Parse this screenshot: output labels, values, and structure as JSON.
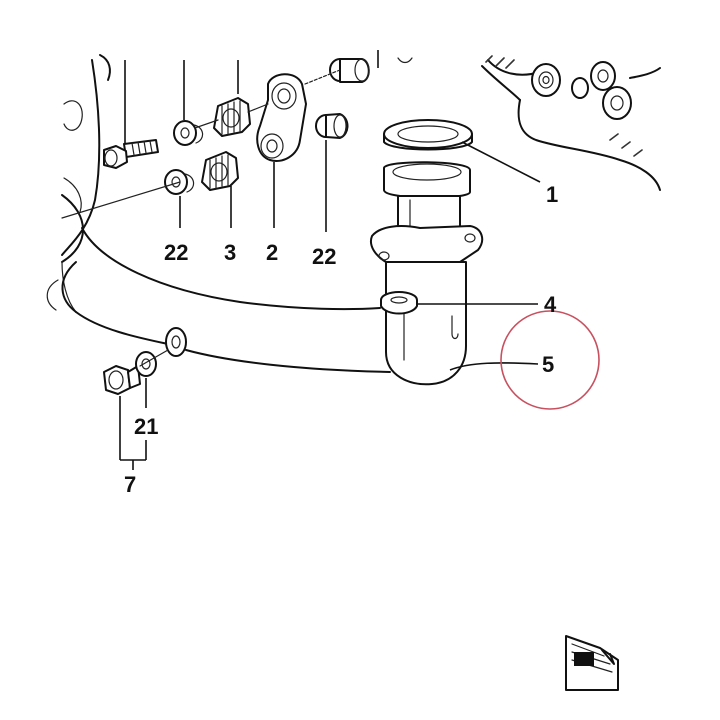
{
  "diagram": {
    "callouts": {
      "c1": "1",
      "c2": "2",
      "c3": "3",
      "c4": "4",
      "c5": "5",
      "c7": "7",
      "c21": "21",
      "c22_left": "22",
      "c22_right": "22"
    },
    "highlight_color": "#c8505f",
    "line_color": "#111111",
    "icons": {
      "corner_emblem": "parts-catalog-emblem-icon"
    }
  }
}
